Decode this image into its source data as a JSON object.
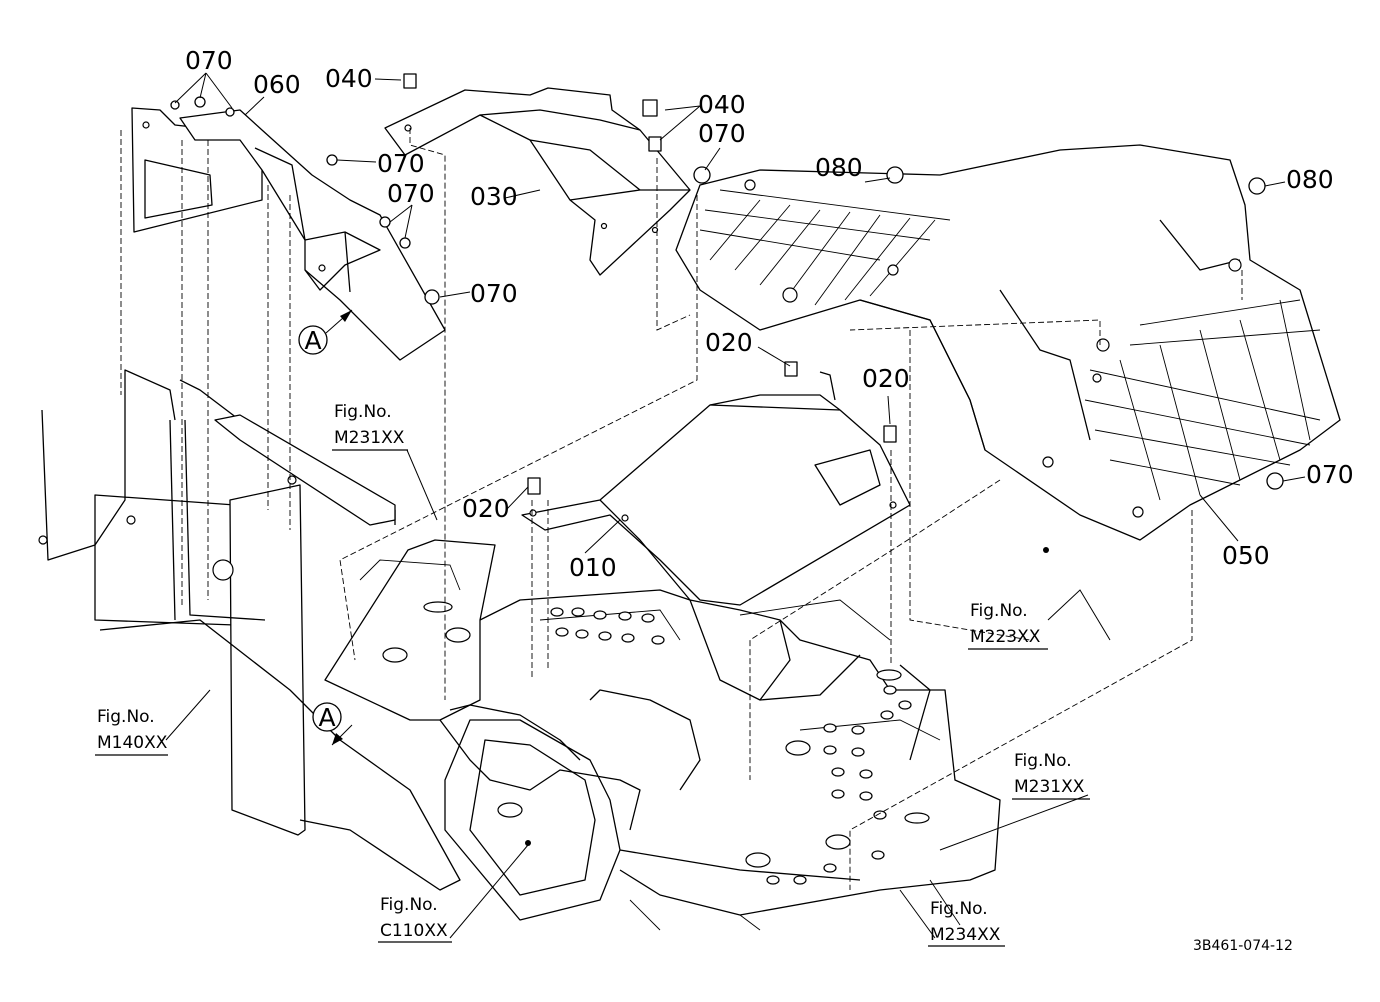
{
  "parts": {
    "p010": "010",
    "p020a": "020",
    "p020b": "020",
    "p020c": "020",
    "p030": "030",
    "p040a": "040",
    "p040b": "040",
    "p050": "050",
    "p060": "060",
    "p070a": "070",
    "p070b": "070",
    "p070c": "070",
    "p070d": "070",
    "p070e": "070",
    "p070f": "070",
    "p080a": "080",
    "p080b": "080"
  },
  "refs": {
    "fig_prefix": "Fig.No.",
    "m231_top": "M231XX",
    "m223": "M223XX",
    "m140": "M140XX",
    "m231_right": "M231XX",
    "c110": "C110XX",
    "m234": "M234XX"
  },
  "markers": {
    "a": "A"
  },
  "drawing_code": "3B461-074-12"
}
